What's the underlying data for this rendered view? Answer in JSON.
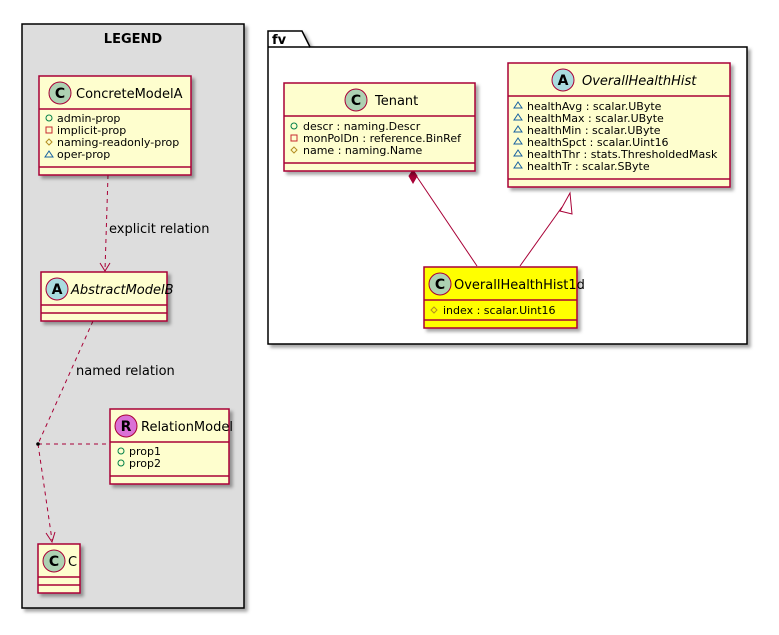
{
  "legend": {
    "title": "LEGEND",
    "concrete": {
      "stereo": "C",
      "name": "ConcreteModelA",
      "props": [
        {
          "vis": "+",
          "text": "admin-prop"
        },
        {
          "vis": "-",
          "text": "implicit-prop"
        },
        {
          "vis": "#",
          "text": "naming-readonly-prop"
        },
        {
          "vis": "~",
          "text": "oper-prop"
        }
      ]
    },
    "abstract": {
      "stereo": "A",
      "name": "AbstractModelB"
    },
    "relation": {
      "stereo": "R",
      "name": "RelationModel",
      "props": [
        {
          "vis": "+",
          "text": "prop1"
        },
        {
          "vis": "+",
          "text": "prop2"
        }
      ]
    },
    "c": {
      "stereo": "C",
      "name": "C"
    },
    "explicit_label": "explicit relation",
    "named_label": "named relation"
  },
  "package": {
    "name": "fv",
    "tenant": {
      "stereo": "C",
      "name": "Tenant",
      "props": [
        {
          "vis": "+",
          "text": "descr : naming.Descr"
        },
        {
          "vis": "-",
          "text": "monPolDn : reference.BinRef"
        },
        {
          "vis": "#",
          "text": "name : naming.Name"
        }
      ]
    },
    "overall": {
      "stereo": "A",
      "name": "OverallHealthHist",
      "props": [
        {
          "vis": "~",
          "text": "healthAvg : scalar.UByte"
        },
        {
          "vis": "~",
          "text": "healthMax : scalar.UByte"
        },
        {
          "vis": "~",
          "text": "healthMin : scalar.UByte"
        },
        {
          "vis": "~",
          "text": "healthSpct : scalar.Uint16"
        },
        {
          "vis": "~",
          "text": "healthThr : stats.ThresholdedMask"
        },
        {
          "vis": "~",
          "text": "healthTr : scalar.SByte"
        }
      ]
    },
    "hist1d": {
      "stereo": "C",
      "name": "OverallHealthHist1d",
      "props": [
        {
          "vis": "#",
          "text": "index : scalar.Uint16"
        }
      ]
    }
  },
  "colors": {
    "class_fill": "#FEFECE",
    "border": "#A80036",
    "highlight_fill": "#FFFF00",
    "legend_bg": "#DDDDDD",
    "circle_c": "#ADD1B2",
    "circle_a": "#A9DCDF",
    "circle_r": "#DA70D6"
  }
}
